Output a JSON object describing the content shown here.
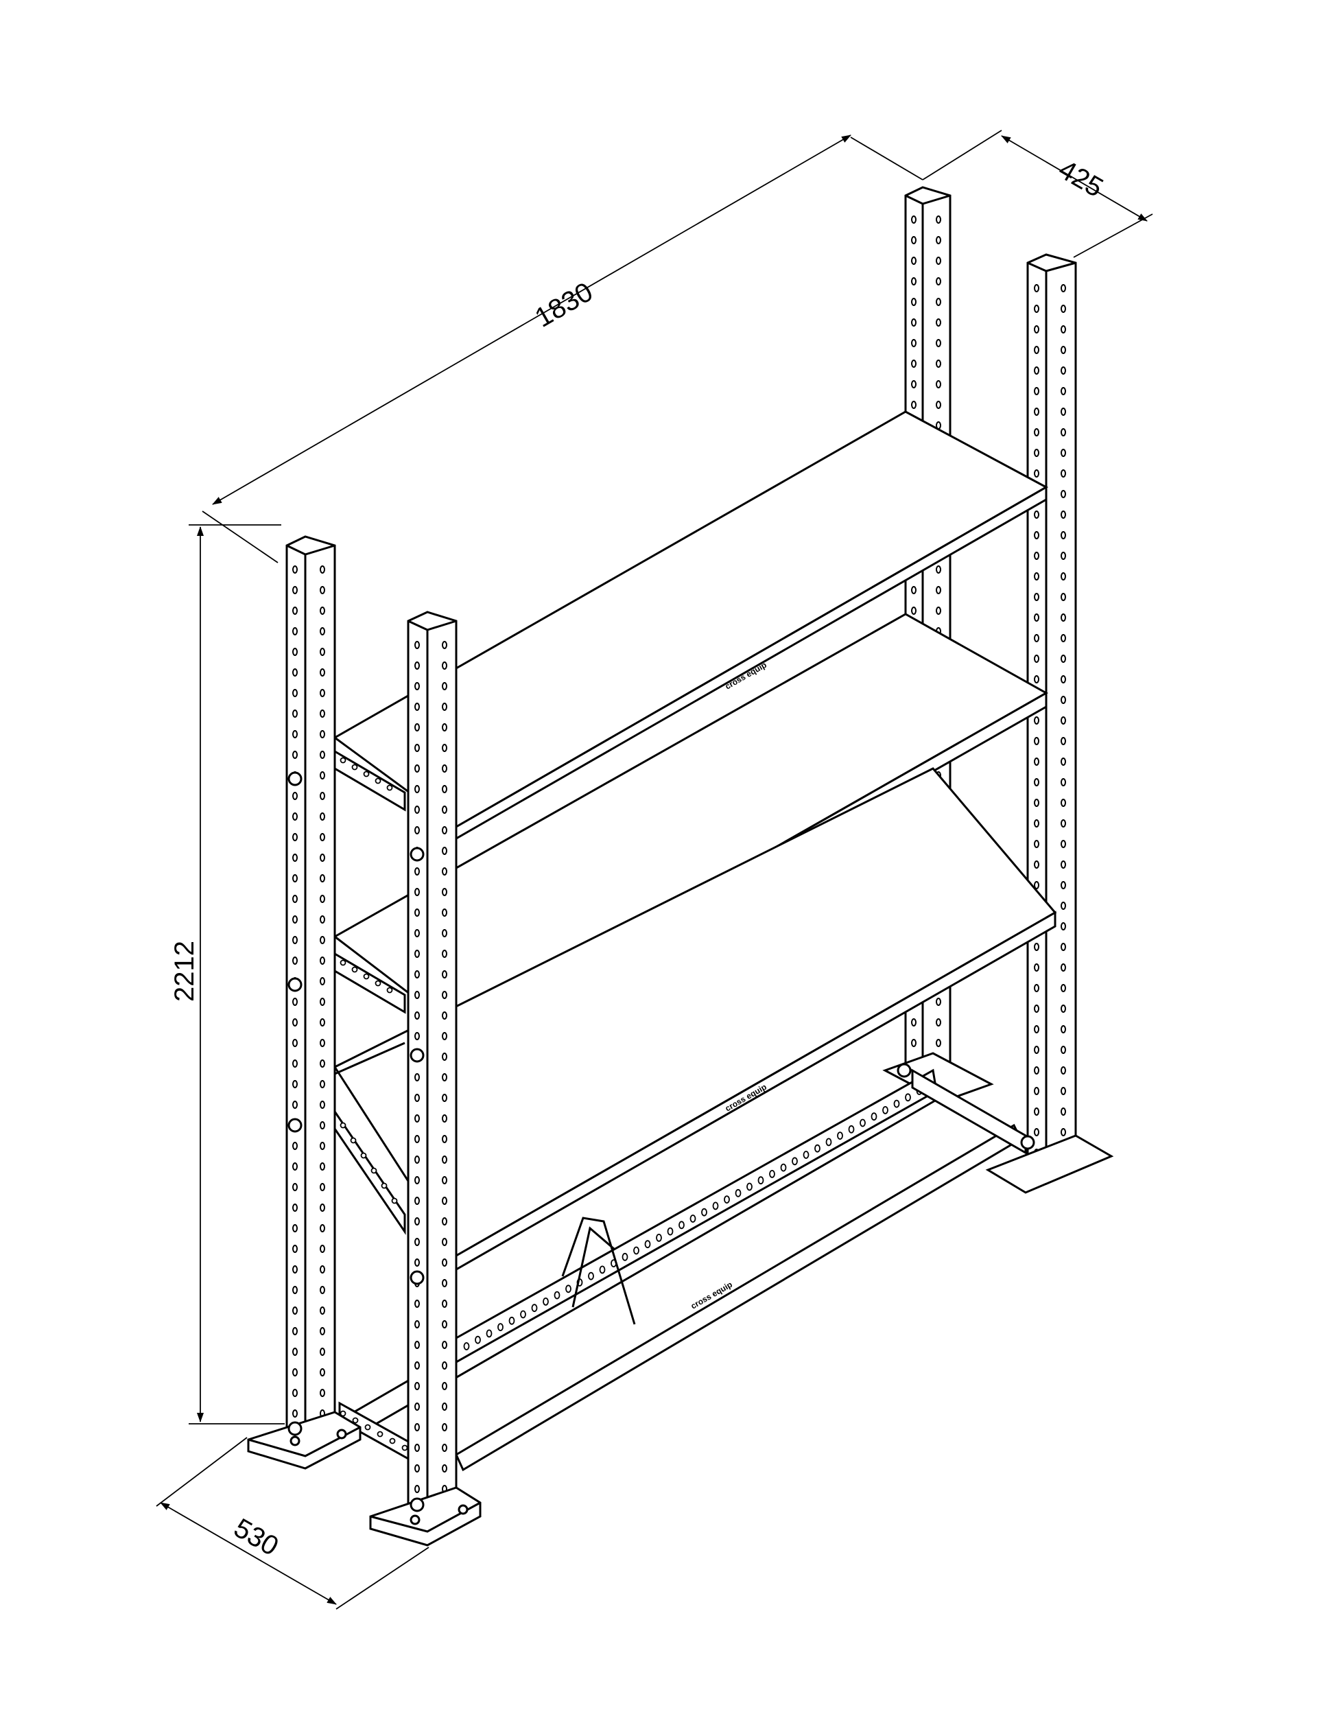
{
  "dimensions": {
    "width": "1830",
    "depth": "425",
    "height": "2212",
    "base_depth": "530"
  },
  "branding": {
    "label": "cross equip"
  },
  "colors": {
    "line": "#000000",
    "background": "#ffffff"
  }
}
